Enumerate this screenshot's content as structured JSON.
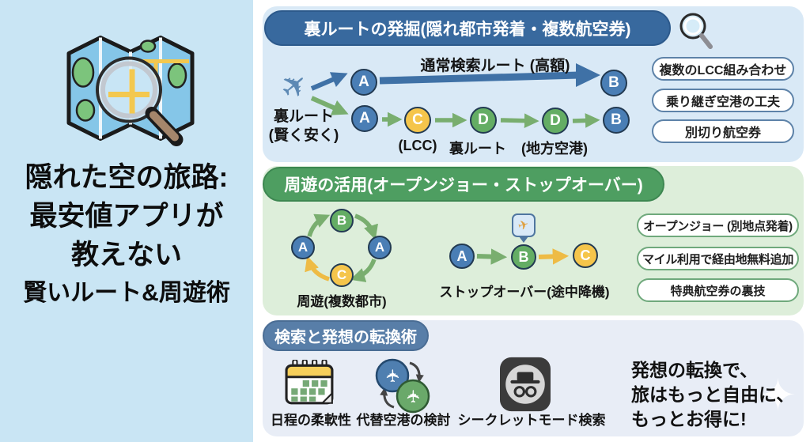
{
  "left": {
    "title_lines": [
      "隠れた空の旅路:",
      "最安値アプリが",
      "教えない",
      "賢いルート&周遊術"
    ]
  },
  "panel1": {
    "header": "裏ルートの発掘(隠れ都市発着・複数航空券)",
    "origin_label_line1": "裏ルート",
    "origin_label_line2": "(賢く安く)",
    "top_route": {
      "from": "A",
      "to": "B",
      "label": "通常検索ルート (高額)"
    },
    "bottom_route": {
      "nodes": [
        "A",
        "C",
        "D",
        "D",
        "B"
      ],
      "sub_labels": [
        "(LCC)",
        "裏ルート",
        "(地方空港)"
      ]
    },
    "tips": [
      "複数のLCC組み合わせ",
      "乗り継ぎ空港の工夫",
      "別切り航空券"
    ]
  },
  "panel2": {
    "header": "周遊の活用(オープンジョー・ストップオーバー)",
    "cycle": {
      "top": "B",
      "left": "A",
      "right": "A",
      "bottom": "C",
      "label": "周遊(複数都市)"
    },
    "stopover": {
      "from": "A",
      "via": "B",
      "to": "C",
      "label": "ストップオーバー(途中降機)"
    },
    "tips": [
      "オープンジョー (別地点発着)",
      "マイル利用で経由地無料追加",
      "特典航空券の裏技"
    ]
  },
  "panel3": {
    "header": "検索と発想の転換術",
    "items": [
      {
        "icon": "calendar-icon",
        "label": "日程の柔軟性"
      },
      {
        "icon": "alternate-airports-icon",
        "label": "代替空港の検討"
      },
      {
        "icon": "incognito-icon",
        "label": "シークレットモード検索"
      }
    ],
    "message_lines": [
      "発想の転換で、",
      "旅はもっと自由に、",
      "もっとお得に!"
    ]
  },
  "icons": {
    "plane": "✈",
    "sparkle": "✦"
  },
  "colors": {
    "left_bg": "#c9e5f4",
    "panel1_bg": "#d9e9f6",
    "panel1_header_bg": "#38699e",
    "panel2_bg": "#ddeeda",
    "panel2_header_bg": "#4e9e61",
    "panel3_bg": "#e8edf6",
    "panel3_header_bg": "#587ea8",
    "node_blue": "#4a7eb5",
    "node_green": "#64ad64",
    "node_yellow": "#f5c54b",
    "arrow_blue": "#3f71a6",
    "arrow_green": "#79ae6f",
    "arrow_yellow": "#eebb45"
  }
}
